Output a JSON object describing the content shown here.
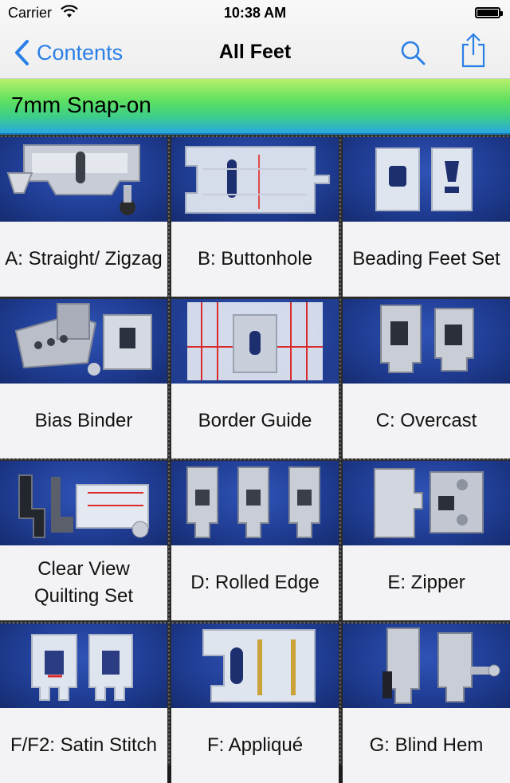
{
  "status_bar": {
    "carrier": "Carrier",
    "time": "10:38 AM"
  },
  "nav": {
    "back_label": "Contents",
    "title": "All Feet"
  },
  "section": {
    "title": "7mm Snap-on"
  },
  "items": [
    {
      "label": "A: Straight/ Zigzag"
    },
    {
      "label": "B: Buttonhole"
    },
    {
      "label": "Beading Feet Set"
    },
    {
      "label": "Bias Binder"
    },
    {
      "label": "Border Guide"
    },
    {
      "label": "C: Overcast"
    },
    {
      "label": "Clear View Quilting Set"
    },
    {
      "label": "D: Rolled Edge"
    },
    {
      "label": "E: Zipper"
    },
    {
      "label": "F/F2: Satin Stitch"
    },
    {
      "label": "F: Appliqué"
    },
    {
      "label": "G: Blind Hem"
    }
  ],
  "colors": {
    "accent": "#2a7fe6",
    "thumb_background": "#1f3c92",
    "banner_top": "#b6f06a",
    "banner_bottom": "#27a8e0"
  },
  "icons": {
    "back": "chevron-left-icon",
    "search": "search-icon",
    "share": "share-icon",
    "wifi": "wifi-icon",
    "battery": "battery-icon"
  }
}
